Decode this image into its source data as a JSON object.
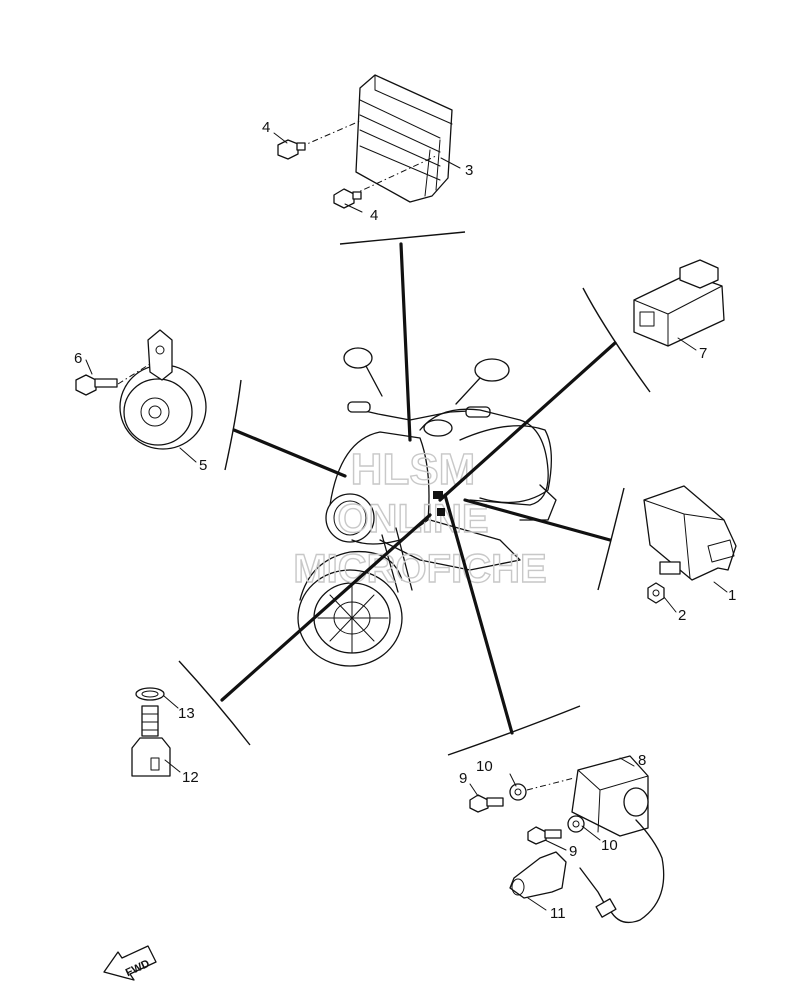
{
  "diagram": {
    "watermark": {
      "line1": "HLSM",
      "line2": "ONLINE",
      "line3": "MICROFICHE"
    },
    "fwd_label": "FWD",
    "callouts": {
      "c1": "1",
      "c2": "2",
      "c3": "3",
      "c4a": "4",
      "c4b": "4",
      "c5": "5",
      "c6": "6",
      "c7": "7",
      "c8": "8",
      "c9a": "9",
      "c9b": "9",
      "c10a": "10",
      "c10b": "10",
      "c11": "11",
      "c12": "12",
      "c13": "13"
    },
    "parts": {
      "cdi_unit": "1",
      "nut": "2",
      "rectifier_regulator": "3",
      "bolt_rectifier": "4",
      "horn": "5",
      "bolt_horn": "6",
      "relay_connector": "7",
      "ignition_coil": "8",
      "bolt_coil": "9",
      "washer_coil": "10",
      "plug_cap": "11",
      "neutral_switch": "12",
      "gasket_switch": "13"
    }
  }
}
